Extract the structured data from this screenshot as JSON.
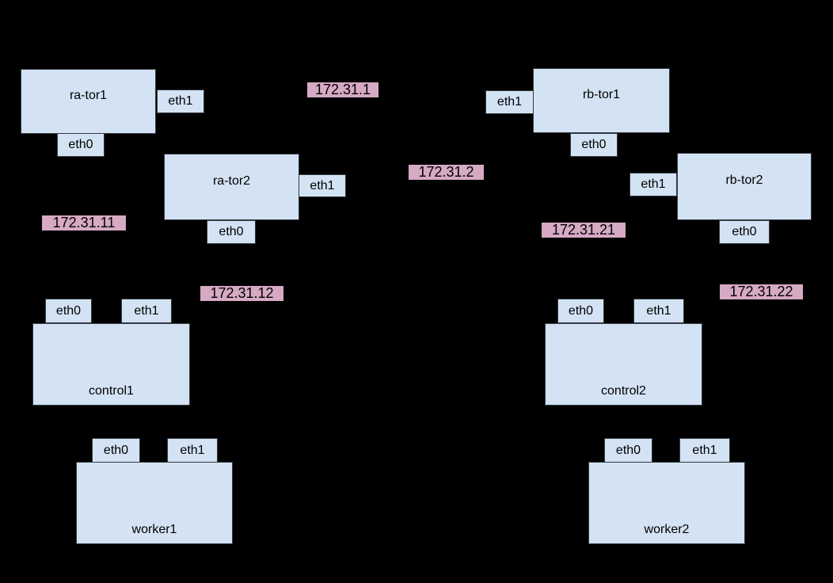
{
  "colors": {
    "background": "#000000",
    "node_fill": "#d3e3f4",
    "node_border": "#333a41",
    "ip_label_fill": "#d6a9c4",
    "text": "#000000"
  },
  "diagram": {
    "nodes": [
      {
        "label": "ra-tor1",
        "ports": {
          "eth0": "eth0",
          "eth1": "eth1"
        }
      },
      {
        "label": "ra-tor2",
        "ports": {
          "eth0": "eth0",
          "eth1": "eth1"
        }
      },
      {
        "label": "control1",
        "ports": {
          "eth0": "eth0",
          "eth1": "eth1"
        }
      },
      {
        "label": "worker1",
        "ports": {
          "eth0": "eth0",
          "eth1": "eth1"
        }
      },
      {
        "label": "rb-tor1",
        "ports": {
          "eth0": "eth0",
          "eth1": "eth1"
        }
      },
      {
        "label": "rb-tor2",
        "ports": {
          "eth0": "eth0",
          "eth1": "eth1"
        }
      },
      {
        "label": "control2",
        "ports": {
          "eth0": "eth0",
          "eth1": "eth1"
        }
      },
      {
        "label": "worker2",
        "ports": {
          "eth0": "eth0",
          "eth1": "eth1"
        }
      }
    ],
    "ip_labels": [
      "172.31.1",
      "172.31.2",
      "172.31.11",
      "172.31.12",
      "172.31.21",
      "172.31.22"
    ]
  }
}
